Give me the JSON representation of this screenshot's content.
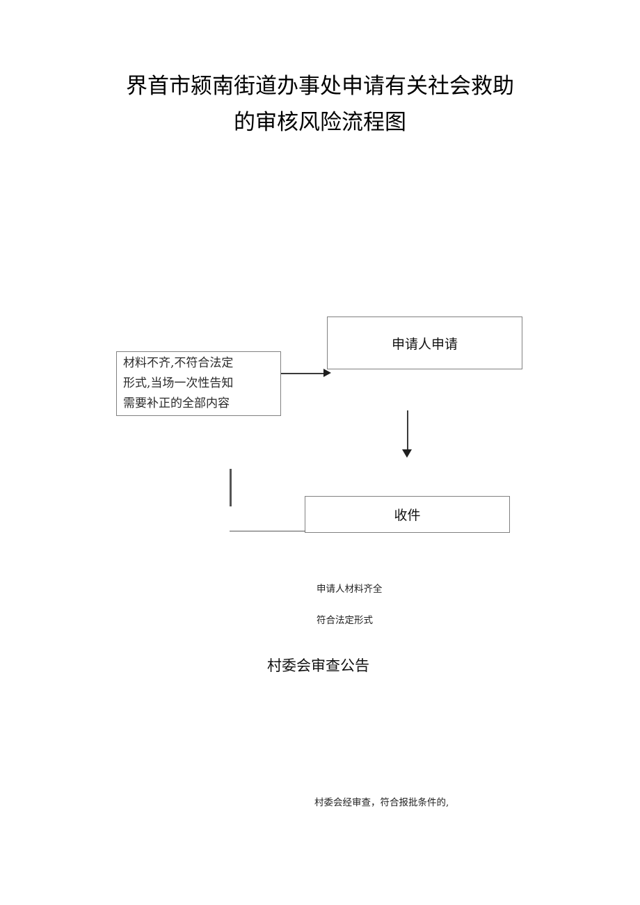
{
  "document": {
    "title": "界首市颍南街道办事处申请有关社会救助\n的审核风险流程图"
  },
  "flowchart": {
    "type": "process-flow",
    "nodes": [
      {
        "id": "applicant-application",
        "label": "申请人申请",
        "shape": "rectangle"
      },
      {
        "id": "incomplete-materials",
        "label": "材料不齐,不符合法定\n形式,当场一次性告知\n需要补正的全部内容",
        "shape": "rectangle"
      },
      {
        "id": "receive-documents",
        "label": "收件",
        "shape": "rectangle"
      }
    ],
    "captions": [
      {
        "id": "materials-complete",
        "text": "申请人材料齐全"
      },
      {
        "id": "legal-form",
        "text": "符合法定形式"
      },
      {
        "id": "village-review-notice",
        "text": "村委会审查公告"
      },
      {
        "id": "village-review-conditions",
        "text": "村委会经审查，符合报批条件的,"
      }
    ],
    "colors": {
      "box_border": "#808080",
      "connector": "#3a3a3a",
      "thin_connector": "#555555",
      "text": "#111111",
      "page_background": "#ffffff"
    }
  }
}
